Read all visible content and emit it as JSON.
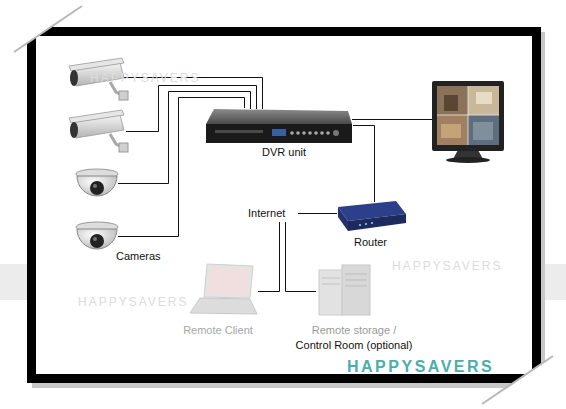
{
  "diagram": {
    "nodes": [
      {
        "text": [
          "Cameras"
        ]
      },
      {
        "text": [
          "DVR unit"
        ]
      },
      {
        "text": [
          "Internet"
        ]
      },
      {
        "text": [
          "Router"
        ]
      },
      {
        "text": [
          "Remote Client"
        ]
      },
      {
        "text": [
          "Remote storage /",
          "Control Room (optional)"
        ]
      }
    ],
    "edges": [
      {
        "from": 0,
        "to": 1,
        "arrow": "none"
      },
      {
        "from": 1,
        "to": 3,
        "arrow": "none"
      },
      {
        "from": 2,
        "to": 3,
        "arrow": "none"
      },
      {
        "from": 2,
        "to": 4,
        "arrow": "none"
      },
      {
        "from": 2,
        "to": 5,
        "arrow": "none"
      }
    ],
    "labels": [
      "HAPPYSAVERS",
      "HAPPYSAVERS",
      "HAPPYSAVERS",
      "HAPPYSAVERS"
    ]
  }
}
